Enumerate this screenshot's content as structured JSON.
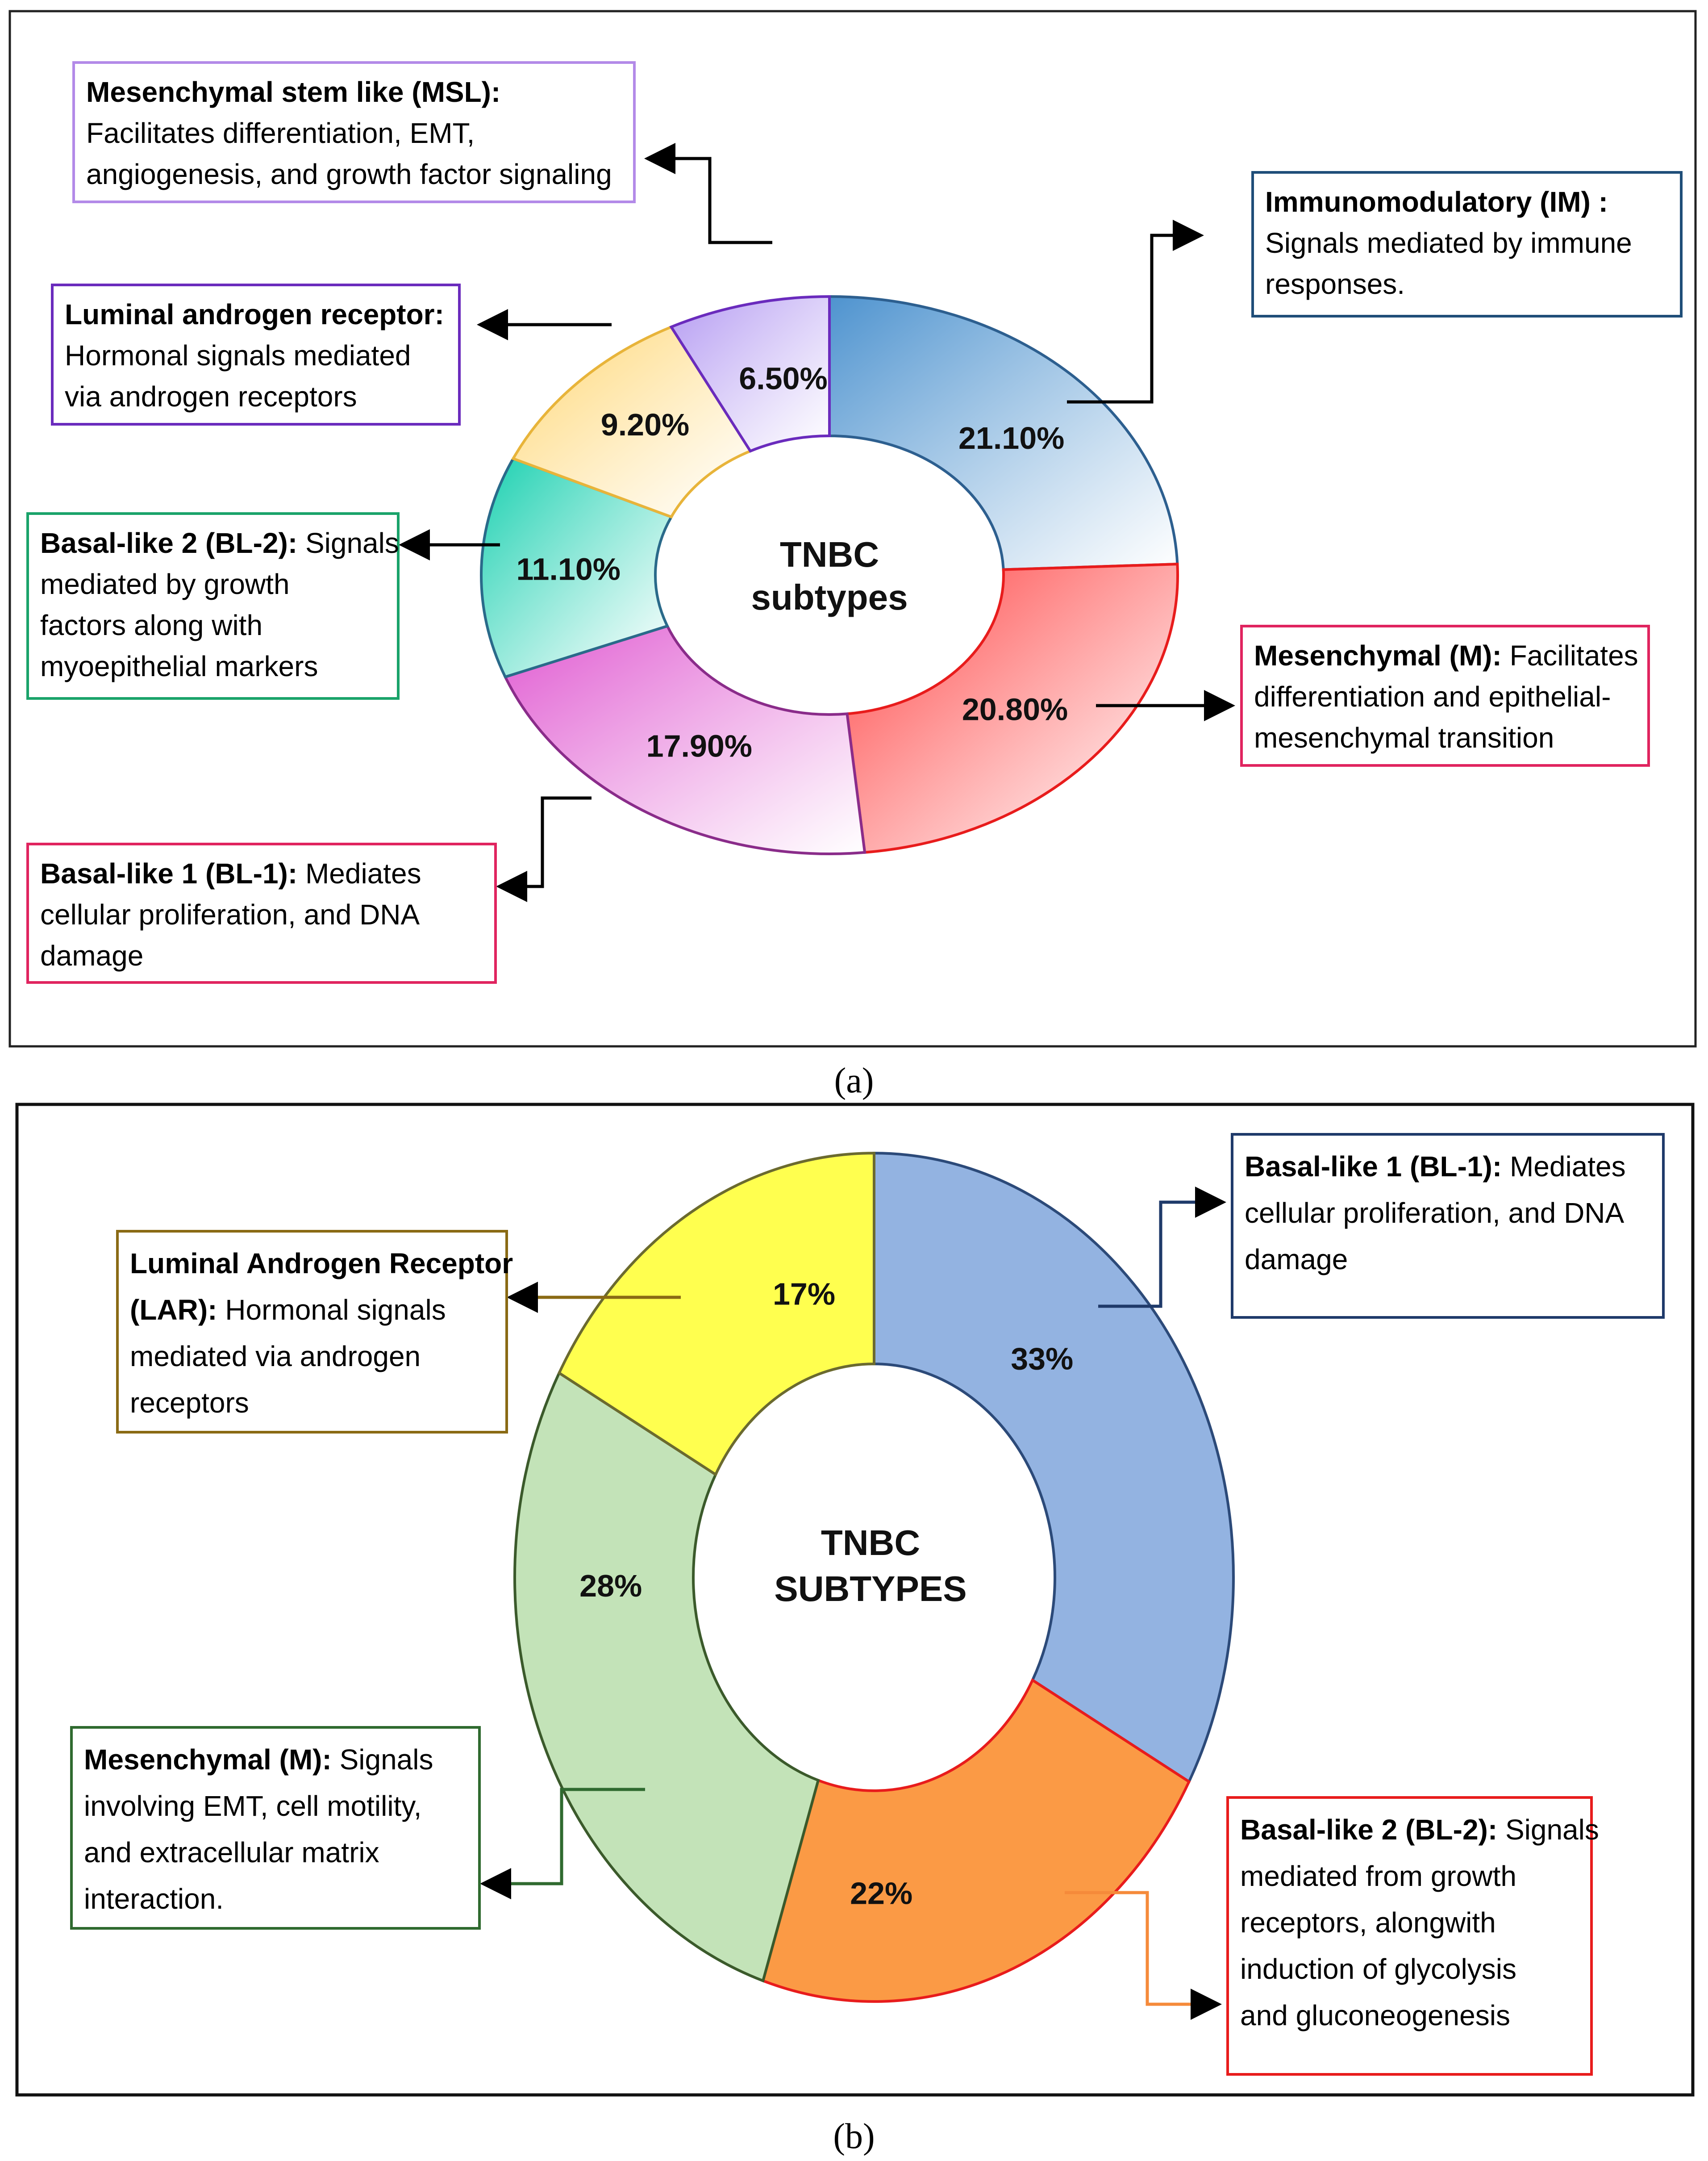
{
  "colors": {
    "panel_a": [
      "#4e93cf",
      "#ff4040",
      "#e05ad1",
      "#1ad0b0",
      "#ffd775",
      "#b59cf2"
    ],
    "panel_a_edges": [
      "#2d5f8f",
      "#e81c1c",
      "#8a2c8a",
      "#2a6a8a",
      "#e8b43a",
      "#6a2bbd"
    ],
    "panel_b": [
      "#93b3e1",
      "#fb9a45",
      "#c3e3b8",
      "#ffff4f"
    ],
    "panel_b_edges": [
      "#2c4a79",
      "#e81c1c",
      "#3b5a2b",
      "#6b6a2f"
    ]
  },
  "chart_data": [
    {
      "type": "pie",
      "variant": "donut",
      "panel_label": "(a)",
      "center_label": [
        "TNBC",
        "subtypes"
      ],
      "slices": [
        {
          "label": "Immunomodulatory (IM)",
          "value": 21.1,
          "text": "21.10%"
        },
        {
          "label": "Mesenchymal (M)",
          "value": 20.8,
          "text": "20.80%"
        },
        {
          "label": "Basal-like 1 (BL-1)",
          "value": 17.9,
          "text": "17.90%"
        },
        {
          "label": "Basal-like 2 (BL-2)",
          "value": 11.1,
          "text": "11.10%"
        },
        {
          "label": "Luminal androgen receptor",
          "value": 9.2,
          "text": "9.20%"
        },
        {
          "label": "Mesenchymal stem like (MSL)",
          "value": 6.5,
          "text": "6.50%"
        }
      ],
      "annotations": [
        {
          "title": "Immunomodulatory (IM) :",
          "lines": [
            "Signals mediated by immune",
            "responses."
          ]
        },
        {
          "title": "Mesenchymal (M):",
          "lines": [
            " Facilitates",
            "differentiation and epithelial-",
            "mesenchymal transition"
          ]
        },
        {
          "title": "Basal-like 1 (BL-1):",
          "lines": [
            " Mediates",
            "cellular proliferation, and DNA",
            "damage"
          ]
        },
        {
          "title": "Basal-like 2 (BL-2):",
          "lines": [
            " Signals",
            "mediated by growth",
            "factors along with",
            "myoepithelial markers"
          ]
        },
        {
          "title": "Luminal androgen receptor:",
          "lines": [
            "Hormonal signals mediated",
            "via androgen receptors"
          ]
        },
        {
          "title": "Mesenchymal stem like (MSL):",
          "lines": [
            "Facilitates differentiation, EMT,",
            "angiogenesis, and growth factor signaling"
          ]
        }
      ]
    },
    {
      "type": "pie",
      "variant": "donut",
      "panel_label": "(b)",
      "center_label": [
        "TNBC",
        "SUBTYPES"
      ],
      "slices": [
        {
          "label": "Basal-like 1 (BL-1)",
          "value": 33,
          "text": "33%"
        },
        {
          "label": "Basal-like 2 (BL-2)",
          "value": 22,
          "text": "22%"
        },
        {
          "label": "Mesenchymal (M)",
          "value": 28,
          "text": "28%"
        },
        {
          "label": "Luminal Androgen Receptor (LAR)",
          "value": 17,
          "text": "17%"
        }
      ],
      "annotations": [
        {
          "title": "Basal-like 1 (BL-1):",
          "lines": [
            " Mediates",
            "cellular proliferation, and DNA",
            "damage"
          ]
        },
        {
          "title": "Basal-like 2 (BL-2):",
          "lines": [
            " Signals",
            "mediated from growth",
            "receptors, alongwith",
            "induction of glycolysis",
            "and gluconeogenesis"
          ]
        },
        {
          "title": "Mesenchymal (M):",
          "lines": [
            " Signals",
            "involving EMT, cell motility,",
            "and extracellular matrix",
            "interaction."
          ]
        },
        {
          "title": "Luminal Androgen Receptor",
          "lines": [
            "(LAR):",
            " Hormonal signals",
            "mediated via androgen",
            "receptors"
          ]
        }
      ]
    }
  ]
}
